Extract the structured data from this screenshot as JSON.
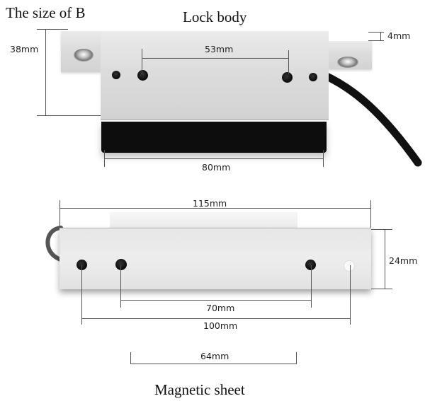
{
  "titles": {
    "top_left": "The size of B",
    "lock_body": "Lock body",
    "magnetic_sheet": "Magnetic sheet"
  },
  "lock_body": {
    "dimensions": {
      "height": "38mm",
      "flange_thickness": "4mm",
      "hole_spacing": "53mm",
      "body_width": "80mm"
    }
  },
  "magnetic_sheet": {
    "dimensions": {
      "overall_length": "115mm",
      "height": "24mm",
      "inner_hole_spacing": "70mm",
      "outer_hole_spacing": "100mm",
      "plate_length": "64mm"
    }
  },
  "colors": {
    "background": "#ffffff",
    "metal": "#dcdcdc",
    "magnet_face": "#0d0d0d",
    "dimension_line": "#555555",
    "cable": "#111111"
  }
}
